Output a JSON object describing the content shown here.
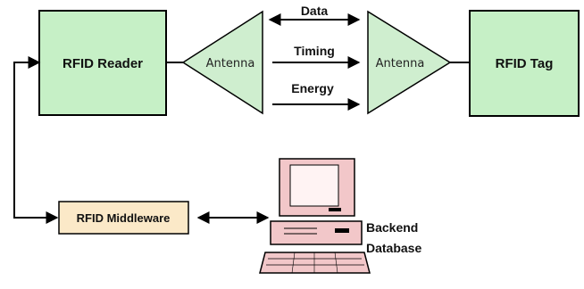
{
  "nodes": {
    "rfid_reader": "RFID Reader",
    "rfid_tag": "RFID Tag",
    "antenna_left": "Antenna",
    "antenna_right": "Antenna",
    "rfid_middleware": "RFID Middleware",
    "backend_database_line1": "Backend",
    "backend_database_line2": "Database"
  },
  "links": {
    "data": "Data",
    "timing": "Timing",
    "energy": "Energy"
  },
  "colors": {
    "box_fill": "#c6f0c6",
    "antenna_fill": "#cfeecf",
    "middleware_fill": "#fbe9c8",
    "monitor_fill": "#f2c7c9",
    "line": "#000000"
  }
}
